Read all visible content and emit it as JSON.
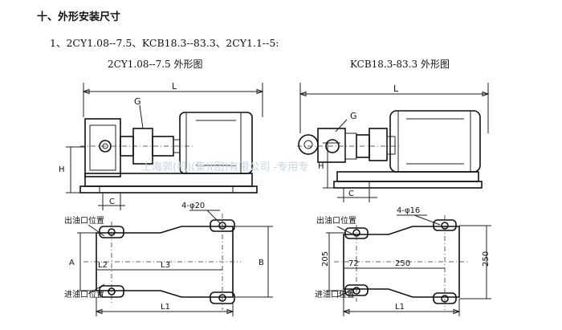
{
  "doc": {
    "heading": "十、外形安装尺寸",
    "models": "1、2CY1.08--7.5、KCB18.3--83.3、2CY1.1--5:",
    "watermark": "上海郭(机)(集)(团)有限公司 -专用专"
  },
  "left_top": {
    "caption": "2CY1.08--7.5 外形图",
    "L": "L",
    "G": "G",
    "H": "H",
    "C": "C"
  },
  "right_top": {
    "caption": "KCB18.3-83.3 外形图",
    "L": "L",
    "G": "G",
    "H": "H",
    "C": "C"
  },
  "left_bottom": {
    "holes": "4-φ20",
    "outlet": "出油口位置",
    "inlet": "进油口位置",
    "A": "A",
    "B": "B",
    "L1": "L1",
    "L2": "L2",
    "L3": "L3"
  },
  "right_bottom": {
    "holes": "4-φ16",
    "outlet": "出油口位置",
    "inlet": "进油口位置",
    "d205": "205",
    "d250": "250",
    "d72": "72",
    "d250h": "250",
    "L1": "L1"
  }
}
